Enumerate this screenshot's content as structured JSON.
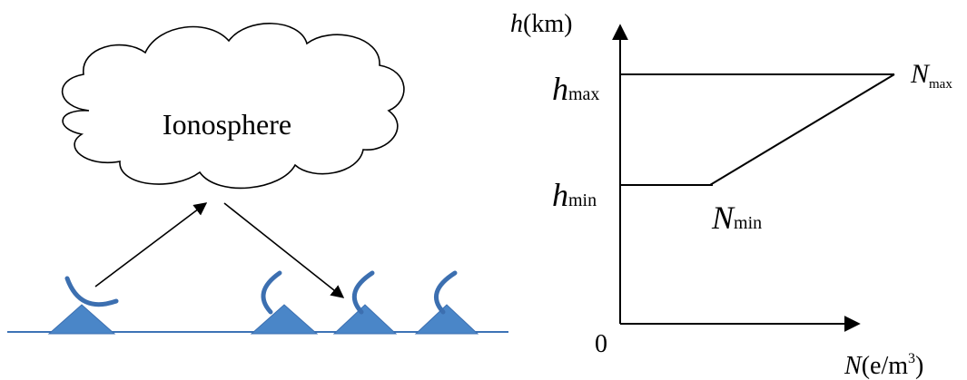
{
  "left_diagram": {
    "cloud_label": "Ionosphere",
    "colors": {
      "antenna_fill": "#4a86c8",
      "antenna_dish": "#3c6fb0",
      "ground_line": "#3d73b6",
      "cloud_stroke": "#000000",
      "arrow": "#000000"
    },
    "icons": [
      "cloud",
      "antenna-transmitter",
      "antenna-receiver",
      "arrow-up-right",
      "arrow-down-right"
    ]
  },
  "right_graph": {
    "y_axis": {
      "symbol": "h",
      "unit": "(km)"
    },
    "x_axis": {
      "symbol": "N",
      "unit_prefix": "(e/m",
      "unit_exp": "3",
      "unit_suffix": ")"
    },
    "origin_label": "0",
    "h_max": {
      "symbol": "h",
      "subscript": "max"
    },
    "h_min": {
      "symbol": "h",
      "subscript": "min"
    },
    "n_max": {
      "symbol": "N",
      "subscript": "max"
    },
    "n_min": {
      "symbol": "N",
      "subscript": "min"
    },
    "line_color": "#000000"
  }
}
